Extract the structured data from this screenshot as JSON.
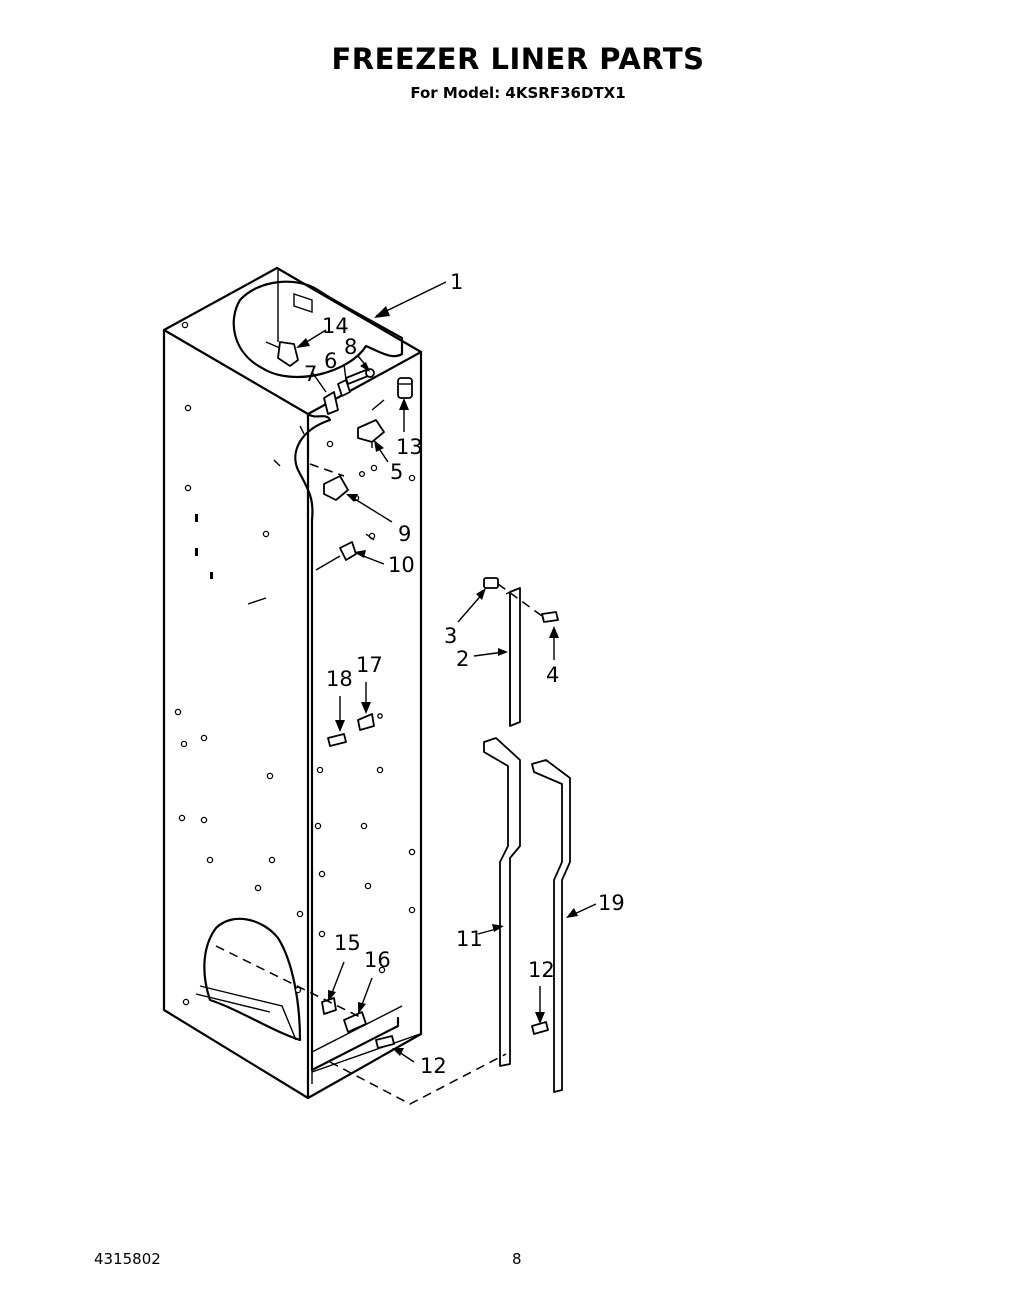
{
  "header": {
    "title": "FREEZER LINER PARTS",
    "subtitle": "For Model: 4KSRF36DTX1"
  },
  "footer": {
    "part_number": "4315802",
    "page_number": "8"
  },
  "callouts": [
    "1",
    "14",
    "8",
    "6",
    "7",
    "13",
    "5",
    "9",
    "10",
    "3",
    "2",
    "4",
    "18",
    "17",
    "11",
    "19",
    "12",
    "15",
    "16",
    "12"
  ]
}
